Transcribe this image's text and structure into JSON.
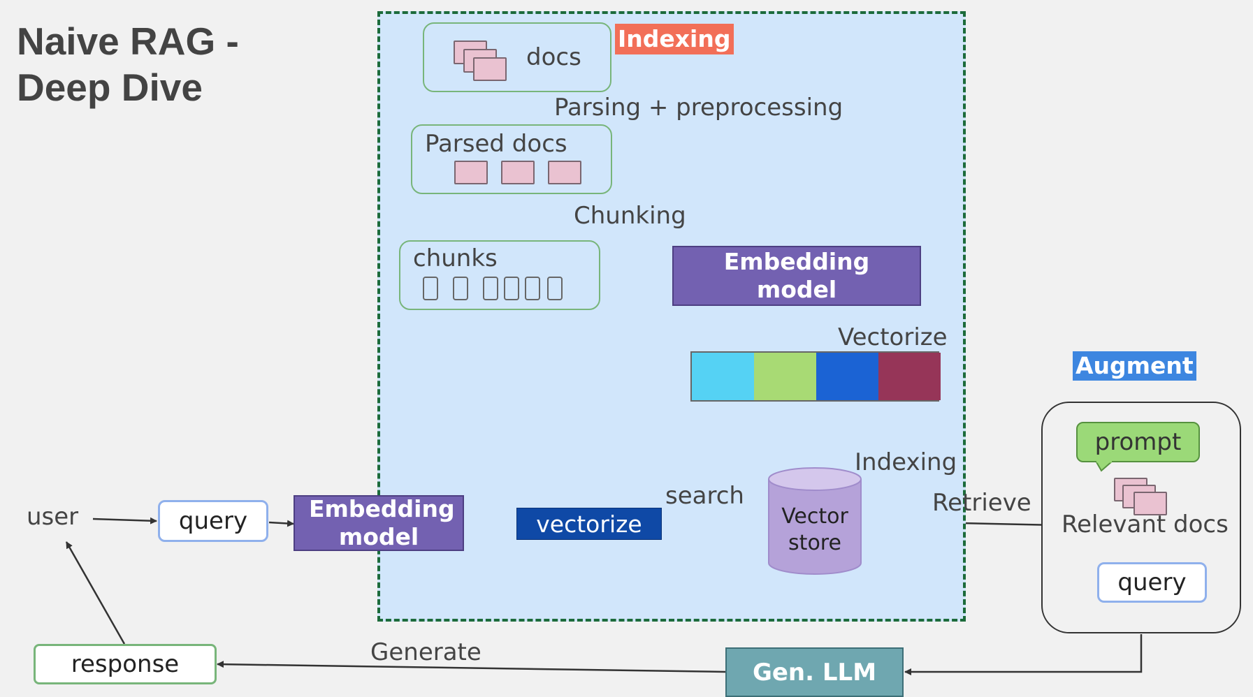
{
  "title": "Naive RAG - Deep Dive",
  "indexing_tag": "Indexing",
  "augment_tag": "Augment",
  "nodes": {
    "docs": "docs",
    "parsed_docs": "Parsed docs",
    "chunks": "chunks",
    "embedding_model_index": "Embedding model",
    "vector_store": "Vector store",
    "user": "user",
    "query": "query",
    "embedding_model_query": "Embedding model",
    "vectorize_box": "vectorize",
    "prompt": "prompt",
    "relevant_docs": "Relevant docs",
    "query_augment": "query",
    "gen_llm": "Gen. LLM",
    "response": "response"
  },
  "edge_labels": {
    "parsing": "Parsing + preprocessing",
    "chunking": "Chunking",
    "vectorize": "Vectorize",
    "indexing": "Indexing",
    "search": "search",
    "retrieve": "Retrieve",
    "generate": "Generate"
  },
  "colors": {
    "indexing_area": "#d1e6fb",
    "indexing_border": "#1c6b3b",
    "embedding_model": "#7361b1",
    "vectorize_box": "#0f49a6",
    "vector_store": "#b5a2d9",
    "gen_llm": "#6fa7b0",
    "prompt": "#9bd978",
    "doc_icon": "#eac2d1",
    "indexing_tag": "#f26f58",
    "augment_tag": "#3d86e0",
    "vector_segments": [
      "#55d2f4",
      "#a8da74",
      "#1b63d4",
      "#963558"
    ]
  }
}
